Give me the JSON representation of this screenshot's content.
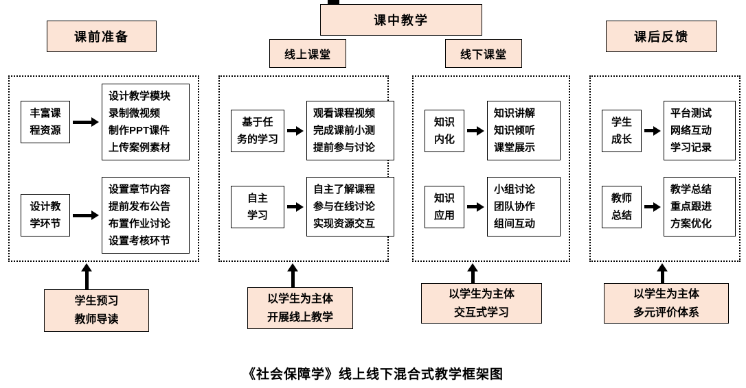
{
  "title": "《社会保障学》线上线下混合式教学框架图",
  "colors": {
    "stage_fill": "#FCE4D6",
    "border": "#000000",
    "box_fill": "#FFFFFF"
  },
  "headers": {
    "pre_class": "课前准备",
    "in_class": "课中教学",
    "online_class": "线上课堂",
    "offline_class": "线下课堂",
    "post_class": "课后反馈"
  },
  "columns": [
    {
      "stage": "课前准备",
      "rows": [
        {
          "left": "丰富课\n程资源",
          "right": "设计教学模块\n录制微视频\n制作PPT课件\n上传案例素材"
        },
        {
          "left": "设计教\n学环节",
          "right": "设置章节内容\n提前发布公告\n布置作业讨论\n设置考核环节"
        }
      ],
      "bottom": "学生预习\n教师导读"
    },
    {
      "stage": "线上课堂",
      "rows": [
        {
          "left": "基于任\n务的学习",
          "right": "观看课程视频\n完成课前小测\n提前参与讨论"
        },
        {
          "left": "自主\n学习",
          "right": "自主了解课程\n参与在线讨论\n实现资源交互"
        }
      ],
      "bottom": "以学生为主体\n开展线上教学"
    },
    {
      "stage": "线下课堂",
      "rows": [
        {
          "left": "知识\n内化",
          "right": "知识讲解\n知识倾听\n课堂展示"
        },
        {
          "left": "知识\n应用",
          "right": "小组讨论\n团队协作\n组间互动"
        }
      ],
      "bottom": "以学生为主体\n交互式学习"
    },
    {
      "stage": "课后反馈",
      "rows": [
        {
          "left": "学生\n成长",
          "right": "平台测试\n网络互动\n学习记录"
        },
        {
          "left": "教师\n总结",
          "right": "教学总结\n重点跟进\n方案优化"
        }
      ],
      "bottom": "以学生为主体\n多元评价体系"
    }
  ]
}
